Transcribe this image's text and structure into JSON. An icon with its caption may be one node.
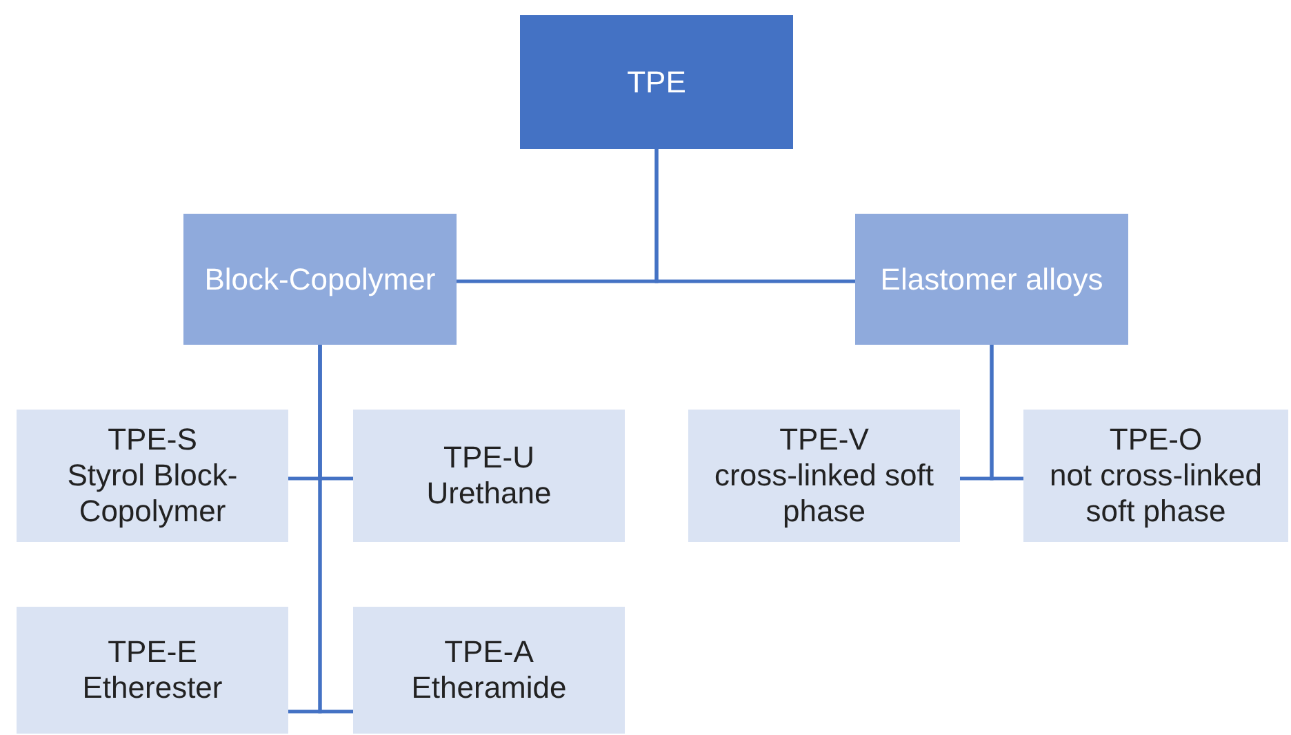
{
  "diagram": {
    "nodes": [
      {
        "text": [
          "TPE"
        ]
      },
      {
        "text": [
          "Block-Copolymer"
        ]
      },
      {
        "text": [
          "Elastomer alloys"
        ]
      },
      {
        "text": [
          "TPE-S",
          "Styrol Block-Copolymer"
        ]
      },
      {
        "text": [
          "TPE-U",
          "Urethane"
        ]
      },
      {
        "text": [
          "TPE-E",
          "Etherester"
        ]
      },
      {
        "text": [
          "TPE-A",
          "Etheramide"
        ]
      },
      {
        "text": [
          "TPE-V",
          "cross-linked soft phase"
        ]
      },
      {
        "text": [
          "TPE-O",
          "not cross-linked soft phase"
        ]
      }
    ],
    "edges": [
      {
        "from": 0,
        "to": 1,
        "arrow": "none"
      },
      {
        "from": 0,
        "to": 2,
        "arrow": "none"
      },
      {
        "from": 1,
        "to": 3,
        "arrow": "none"
      },
      {
        "from": 1,
        "to": 4,
        "arrow": "none"
      },
      {
        "from": 1,
        "to": 5,
        "arrow": "none"
      },
      {
        "from": 1,
        "to": 6,
        "arrow": "none"
      },
      {
        "from": 2,
        "to": 7,
        "arrow": "none"
      },
      {
        "from": 2,
        "to": 8,
        "arrow": "none"
      }
    ]
  }
}
